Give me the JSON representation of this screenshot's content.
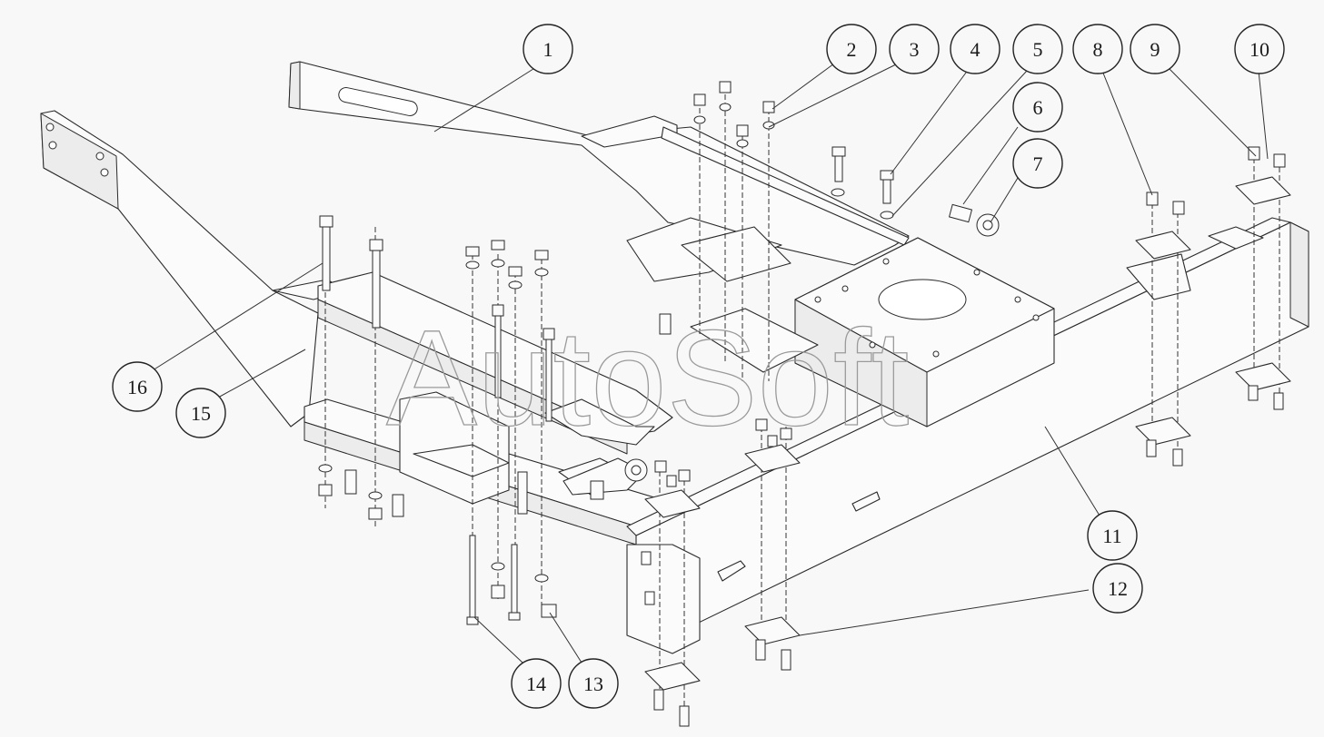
{
  "watermark": "AutoSoft",
  "callouts": [
    {
      "label": "1"
    },
    {
      "label": "2"
    },
    {
      "label": "3"
    },
    {
      "label": "4"
    },
    {
      "label": "5"
    },
    {
      "label": "6"
    },
    {
      "label": "7"
    },
    {
      "label": "8"
    },
    {
      "label": "9"
    },
    {
      "label": "10"
    },
    {
      "label": "11"
    },
    {
      "label": "12"
    },
    {
      "label": "13"
    },
    {
      "label": "14"
    },
    {
      "label": "15"
    },
    {
      "label": "16"
    }
  ]
}
